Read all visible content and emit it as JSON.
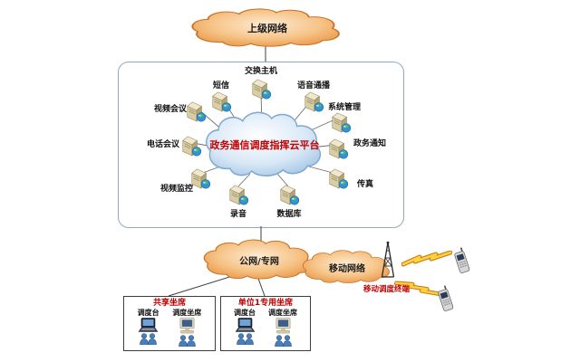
{
  "clouds": {
    "upper_network": {
      "label": "上级网络"
    },
    "public_private_network": {
      "label": "公网/专网"
    },
    "mobile_network": {
      "label": "移动网络"
    }
  },
  "platform": {
    "label": "政务通信调度指挥云平台"
  },
  "nodes": [
    {
      "id": "exchange-host",
      "label": "交换主机"
    },
    {
      "id": "sms",
      "label": "短信"
    },
    {
      "id": "voice-broadcast",
      "label": "语音通播"
    },
    {
      "id": "video-conference",
      "label": "视频会议"
    },
    {
      "id": "system-management",
      "label": "系统管理"
    },
    {
      "id": "phone-conference",
      "label": "电话会议"
    },
    {
      "id": "gov-notice",
      "label": "政务通知"
    },
    {
      "id": "video-surveillance",
      "label": "视频监控"
    },
    {
      "id": "fax",
      "label": "传真"
    },
    {
      "id": "recording",
      "label": "录音"
    },
    {
      "id": "database",
      "label": "数据库"
    }
  ],
  "mobile_terminal": {
    "label": "移动调度终端"
  },
  "seats": [
    {
      "title": "共享坐席",
      "console_label": "调度台",
      "operator_label": "调度坐席"
    },
    {
      "title": "单位1专用坐席",
      "console_label": "调度台",
      "operator_label": "调度坐席"
    }
  ],
  "icons": {
    "server": "server-tower-with-globe-icon",
    "console": "laptop-console-icon",
    "monitor": "desktop-monitor-icon",
    "operators": "operator-persons-icon",
    "tower": "antenna-tower-icon",
    "bolt": "lightning-bolt-icon",
    "phone": "mobile-phone-icon",
    "cloud": "cloud-shape"
  },
  "colors": {
    "cloud_orange_edge": "#E8913E",
    "cloud_orange_center": "#FDEBD2",
    "cloud_orange_stroke": "#C8732A",
    "cloud_blue_edge": "#9FC3E4",
    "cloud_blue_stroke": "#7FA8D0",
    "accent_red": "#CC0000",
    "server_tan": "#D9CDA5",
    "person_blue": "#4A7EBB",
    "bolt_yellow": "#FFD23E"
  }
}
